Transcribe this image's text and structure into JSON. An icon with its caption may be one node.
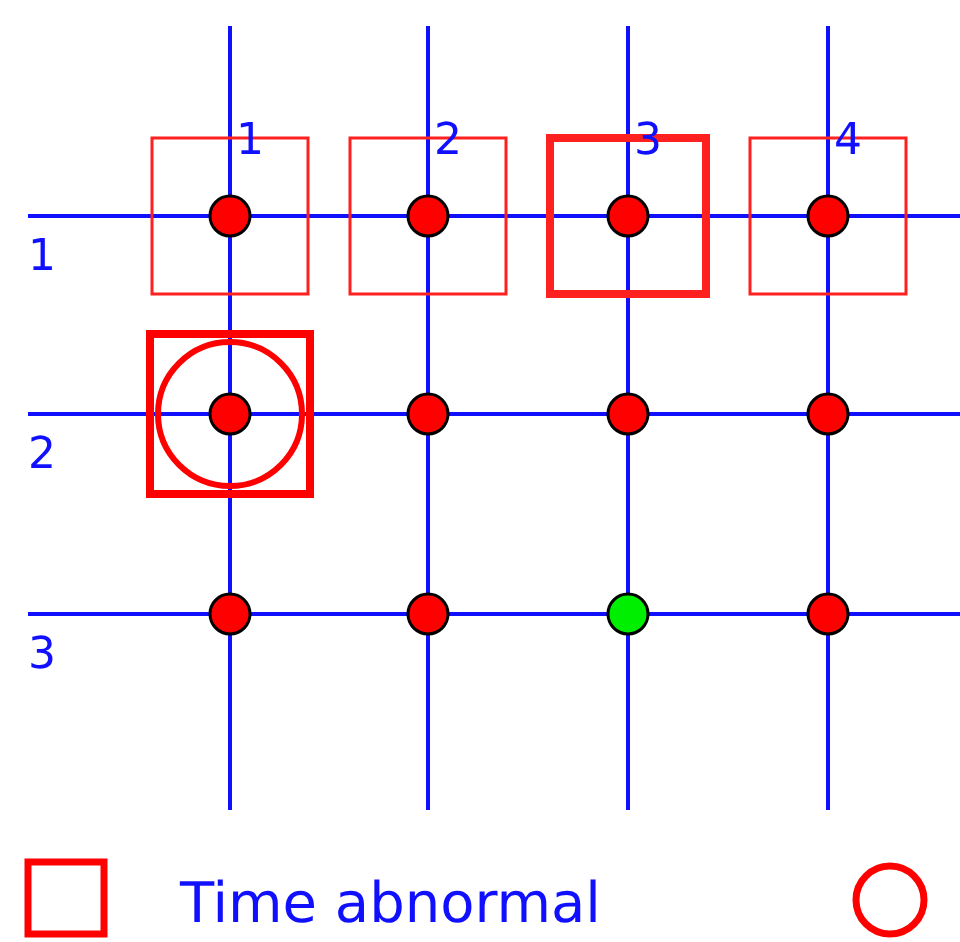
{
  "diagram": {
    "labels": [
      "1",
      "2",
      "3",
      "4",
      "1",
      "2",
      "3"
    ],
    "legend": [
      {
        "text": "Time abnormal"
      }
    ]
  }
}
